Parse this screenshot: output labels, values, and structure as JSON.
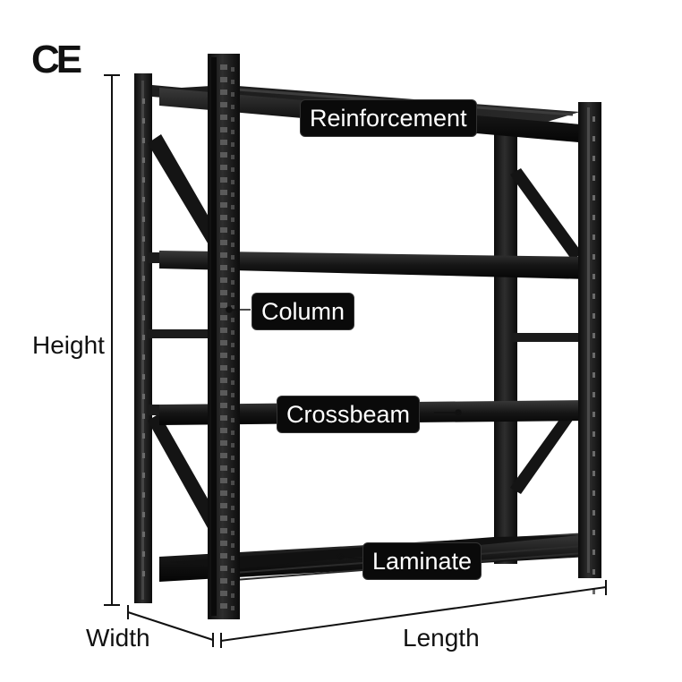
{
  "certification_mark": "CE",
  "callouts": {
    "reinforcement": "Reinforcement",
    "column": "Column",
    "crossbeam": "Crossbeam",
    "laminate": "Laminate"
  },
  "dimensions": {
    "height": "Height",
    "width": "Width",
    "length": "Length"
  },
  "colors": {
    "frame": "#141414",
    "frame_highlight": "#3a3a3a",
    "label_bg": "#0a0a0a",
    "label_text": "#ffffff"
  }
}
